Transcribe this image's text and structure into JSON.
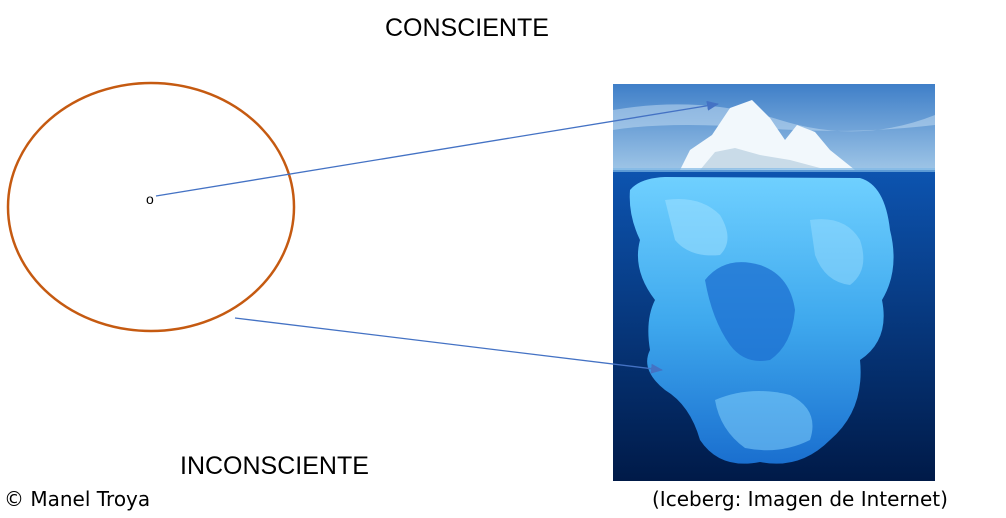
{
  "diagram": {
    "top_label": "CONSCIENTE",
    "bottom_label": "INCONSCIENTE",
    "center_mark": "o",
    "credit_left": "© Manel Troya",
    "credit_right": "(Iceberg: Imagen de Internet)",
    "image_subject": "iceberg",
    "colors": {
      "ellipse": "#c55a11",
      "arrow": "#4472c4",
      "sky_top": "#3f7fc8",
      "sky_bottom": "#a9cdea",
      "water_top": "#0d54b0",
      "water_bottom": "#001a48",
      "ice_above": "#f2f8fc",
      "ice_below": "#3fa9ee"
    }
  }
}
